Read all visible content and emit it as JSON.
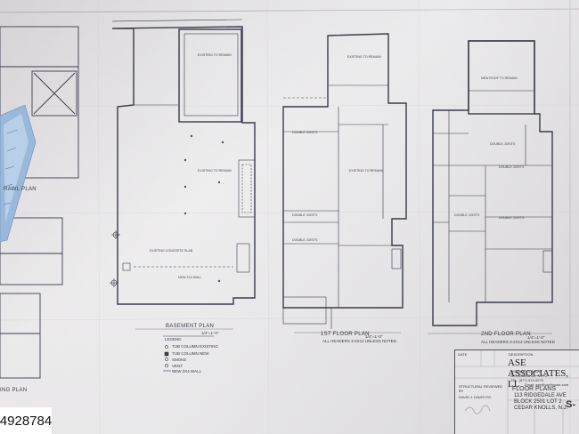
{
  "listing_id": "4928784",
  "sheet": {
    "plans": [
      {
        "title": "BASEMENT PLAN",
        "scale": "1/4\"=1'-0\""
      },
      {
        "title": "1ST FLOOR PLAN",
        "scale": "1/4\"=1'-0\""
      },
      {
        "title": "2ND FLOOR PLAN",
        "scale": "1/4\"=1'-0\""
      }
    ],
    "left_partial": [
      "RAWL PLAN",
      "ING PLAN"
    ],
    "notes": "ALL HEADERS 3-2X12 UNLESS NOTED",
    "legend_title": "LEGEND",
    "legend_items": [
      "TUB COLUMN EXISTING",
      "TUB COLUMN NEW",
      "SMOKE",
      "VENT",
      "NEW 2X4 WALL"
    ]
  },
  "title_block": {
    "firm": "ASE ASSOCIATES, LL",
    "address": "1634 MYRTLE AVE",
    "city": "WOODBRIDGE, N.J. 0",
    "tel": "TEL. (877) 519-9975",
    "email": "Email: ase@ourthouse.com",
    "drawing_title": "FLOOR PLANS",
    "site_address": "113 RIDGEDALE AVE",
    "block_lot": "BLOCK 2501 LOT 2",
    "town": "CEDAR KNOLLS, N.J.",
    "reviewed_label": "STRUCTURAL REVIEWED BY",
    "engineer": "DAVID J. DAVIS P.E.",
    "sheet_label": "S-",
    "date_label": "DATE",
    "description_label": "DESCRIPTION"
  },
  "rooms": {
    "basement": [
      "EXISTING TO REMAIN",
      "EXISTING TO REMAIN",
      "NEW 2X4 WALL",
      "EXISTING CONCRETE SLAB"
    ],
    "first": [
      "EXISTING TO REMAIN",
      "EXISTING TO REMAIN",
      "DOUBLE JOISTS",
      "DOUBLE JOISTS",
      "DOUBLE JOISTS"
    ],
    "second": [
      "NEW ROOF TO REMAIN",
      "DOUBLE JOISTS",
      "DOUBLE JOISTS",
      "DOUBLE JOISTS",
      "DOUBLE JOISTS"
    ]
  }
}
